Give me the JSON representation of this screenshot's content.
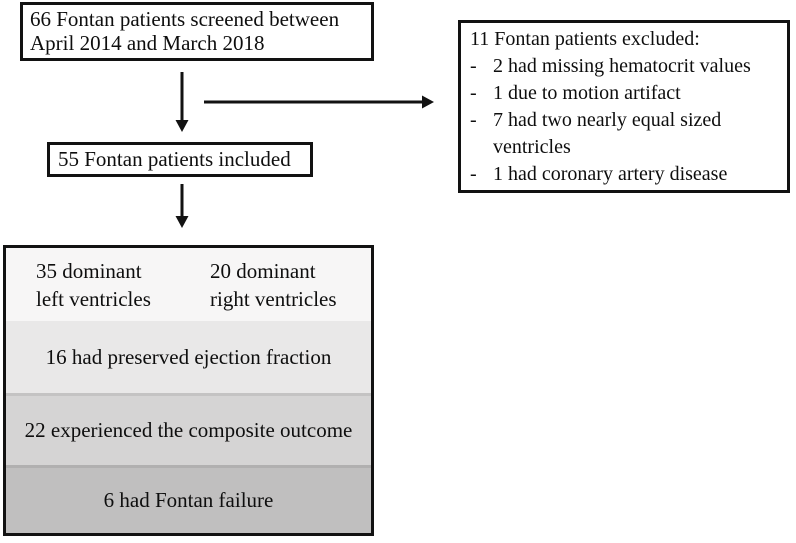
{
  "palette": {
    "box_border": "#121212",
    "arrow": "#121212",
    "section1_bg": "#f7f6f6",
    "section2_bg": "#e9e8e8",
    "section3_bg": "#d5d4d4",
    "section4_bg": "#c0bfbf",
    "text": "#0e0e0e"
  },
  "screened_box": {
    "lines": [
      "66 Fontan patients screened between",
      "April 2014 and March 2018"
    ]
  },
  "excluded_box": {
    "header": "11 Fontan patients excluded:",
    "bullet": "-",
    "items": [
      "2 had missing hematocrit values",
      "1 due to motion artifact",
      "7 had two nearly equal sized ventricles",
      "1 had coronary artery disease"
    ]
  },
  "included_box": {
    "label": "55 Fontan patients included"
  },
  "outcome_stack": {
    "section1": {
      "left_lines": [
        "35 dominant",
        "left ventricles"
      ],
      "right_lines": [
        "20 dominant",
        "right ventricles"
      ]
    },
    "section2": "16 had preserved ejection fraction",
    "section3": "22 experienced the composite outcome",
    "section4": "6 had Fontan failure"
  }
}
